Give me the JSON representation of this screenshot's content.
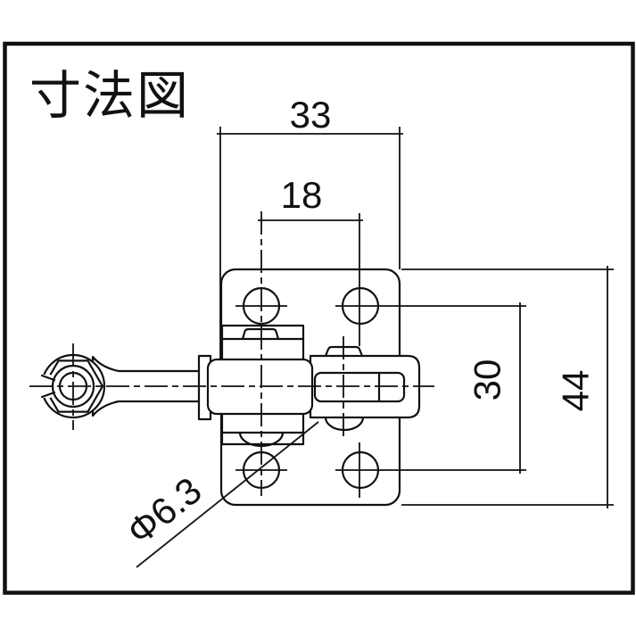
{
  "title": "寸法図",
  "drawing": {
    "type": "toggle-clamp-top-view",
    "dimensions": {
      "plate_width": "33",
      "hole_spacing_horizontal": "18",
      "hole_spacing_vertical": "30",
      "plate_height": "44",
      "hole_diameter": "Φ6.3"
    }
  },
  "colors": {
    "line": "#111111",
    "background": "#ffffff"
  }
}
